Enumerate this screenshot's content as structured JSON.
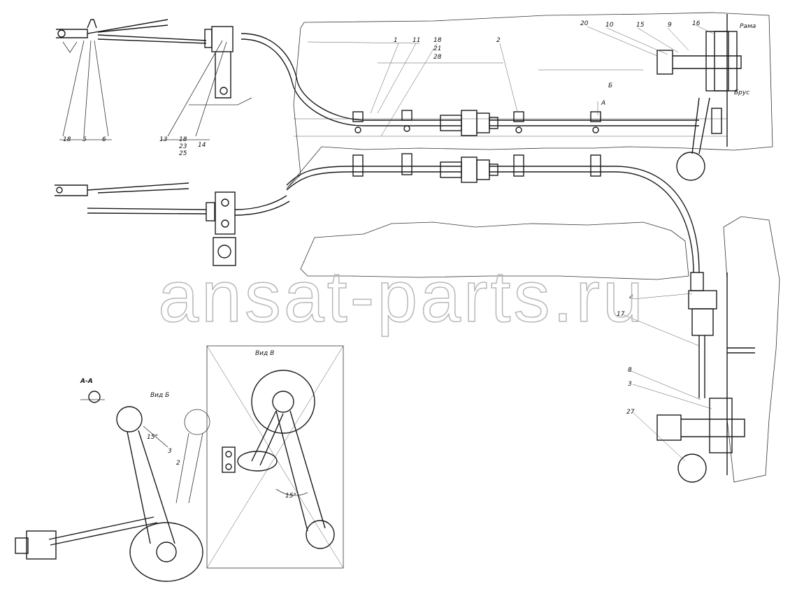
{
  "watermark": "ansat-parts.ru",
  "labels": {
    "top_left_1": "18",
    "top_left_2": "5",
    "top_left_3": "6",
    "mid_13": "13",
    "mid_18": "18",
    "mid_23": "23",
    "mid_25": "25",
    "mid_14": "14",
    "cable_1": "1",
    "cable_11": "11",
    "cable_18": "18",
    "cable_21": "21",
    "cable_28": "28",
    "cable_2": "2",
    "section_a": "A",
    "view_b": "Б",
    "tr_20": "20",
    "tr_10": "10",
    "tr_15": "15",
    "tr_9": "9",
    "tr_16": "16",
    "rama": "Рама",
    "brus": "Брус",
    "r_4": "4",
    "r_17": "17",
    "r_8": "8",
    "r_3": "3",
    "r_27": "27",
    "section_aa": "А-А",
    "vid_b": "Вид Б",
    "vid_v": "Вид В",
    "angle_15": "15°",
    "angle_15b": "15°",
    "small_3": "3",
    "small_2": "2"
  },
  "colors": {
    "ink": "#1a1a1a",
    "watermark_stroke": "#b8b8b8"
  }
}
